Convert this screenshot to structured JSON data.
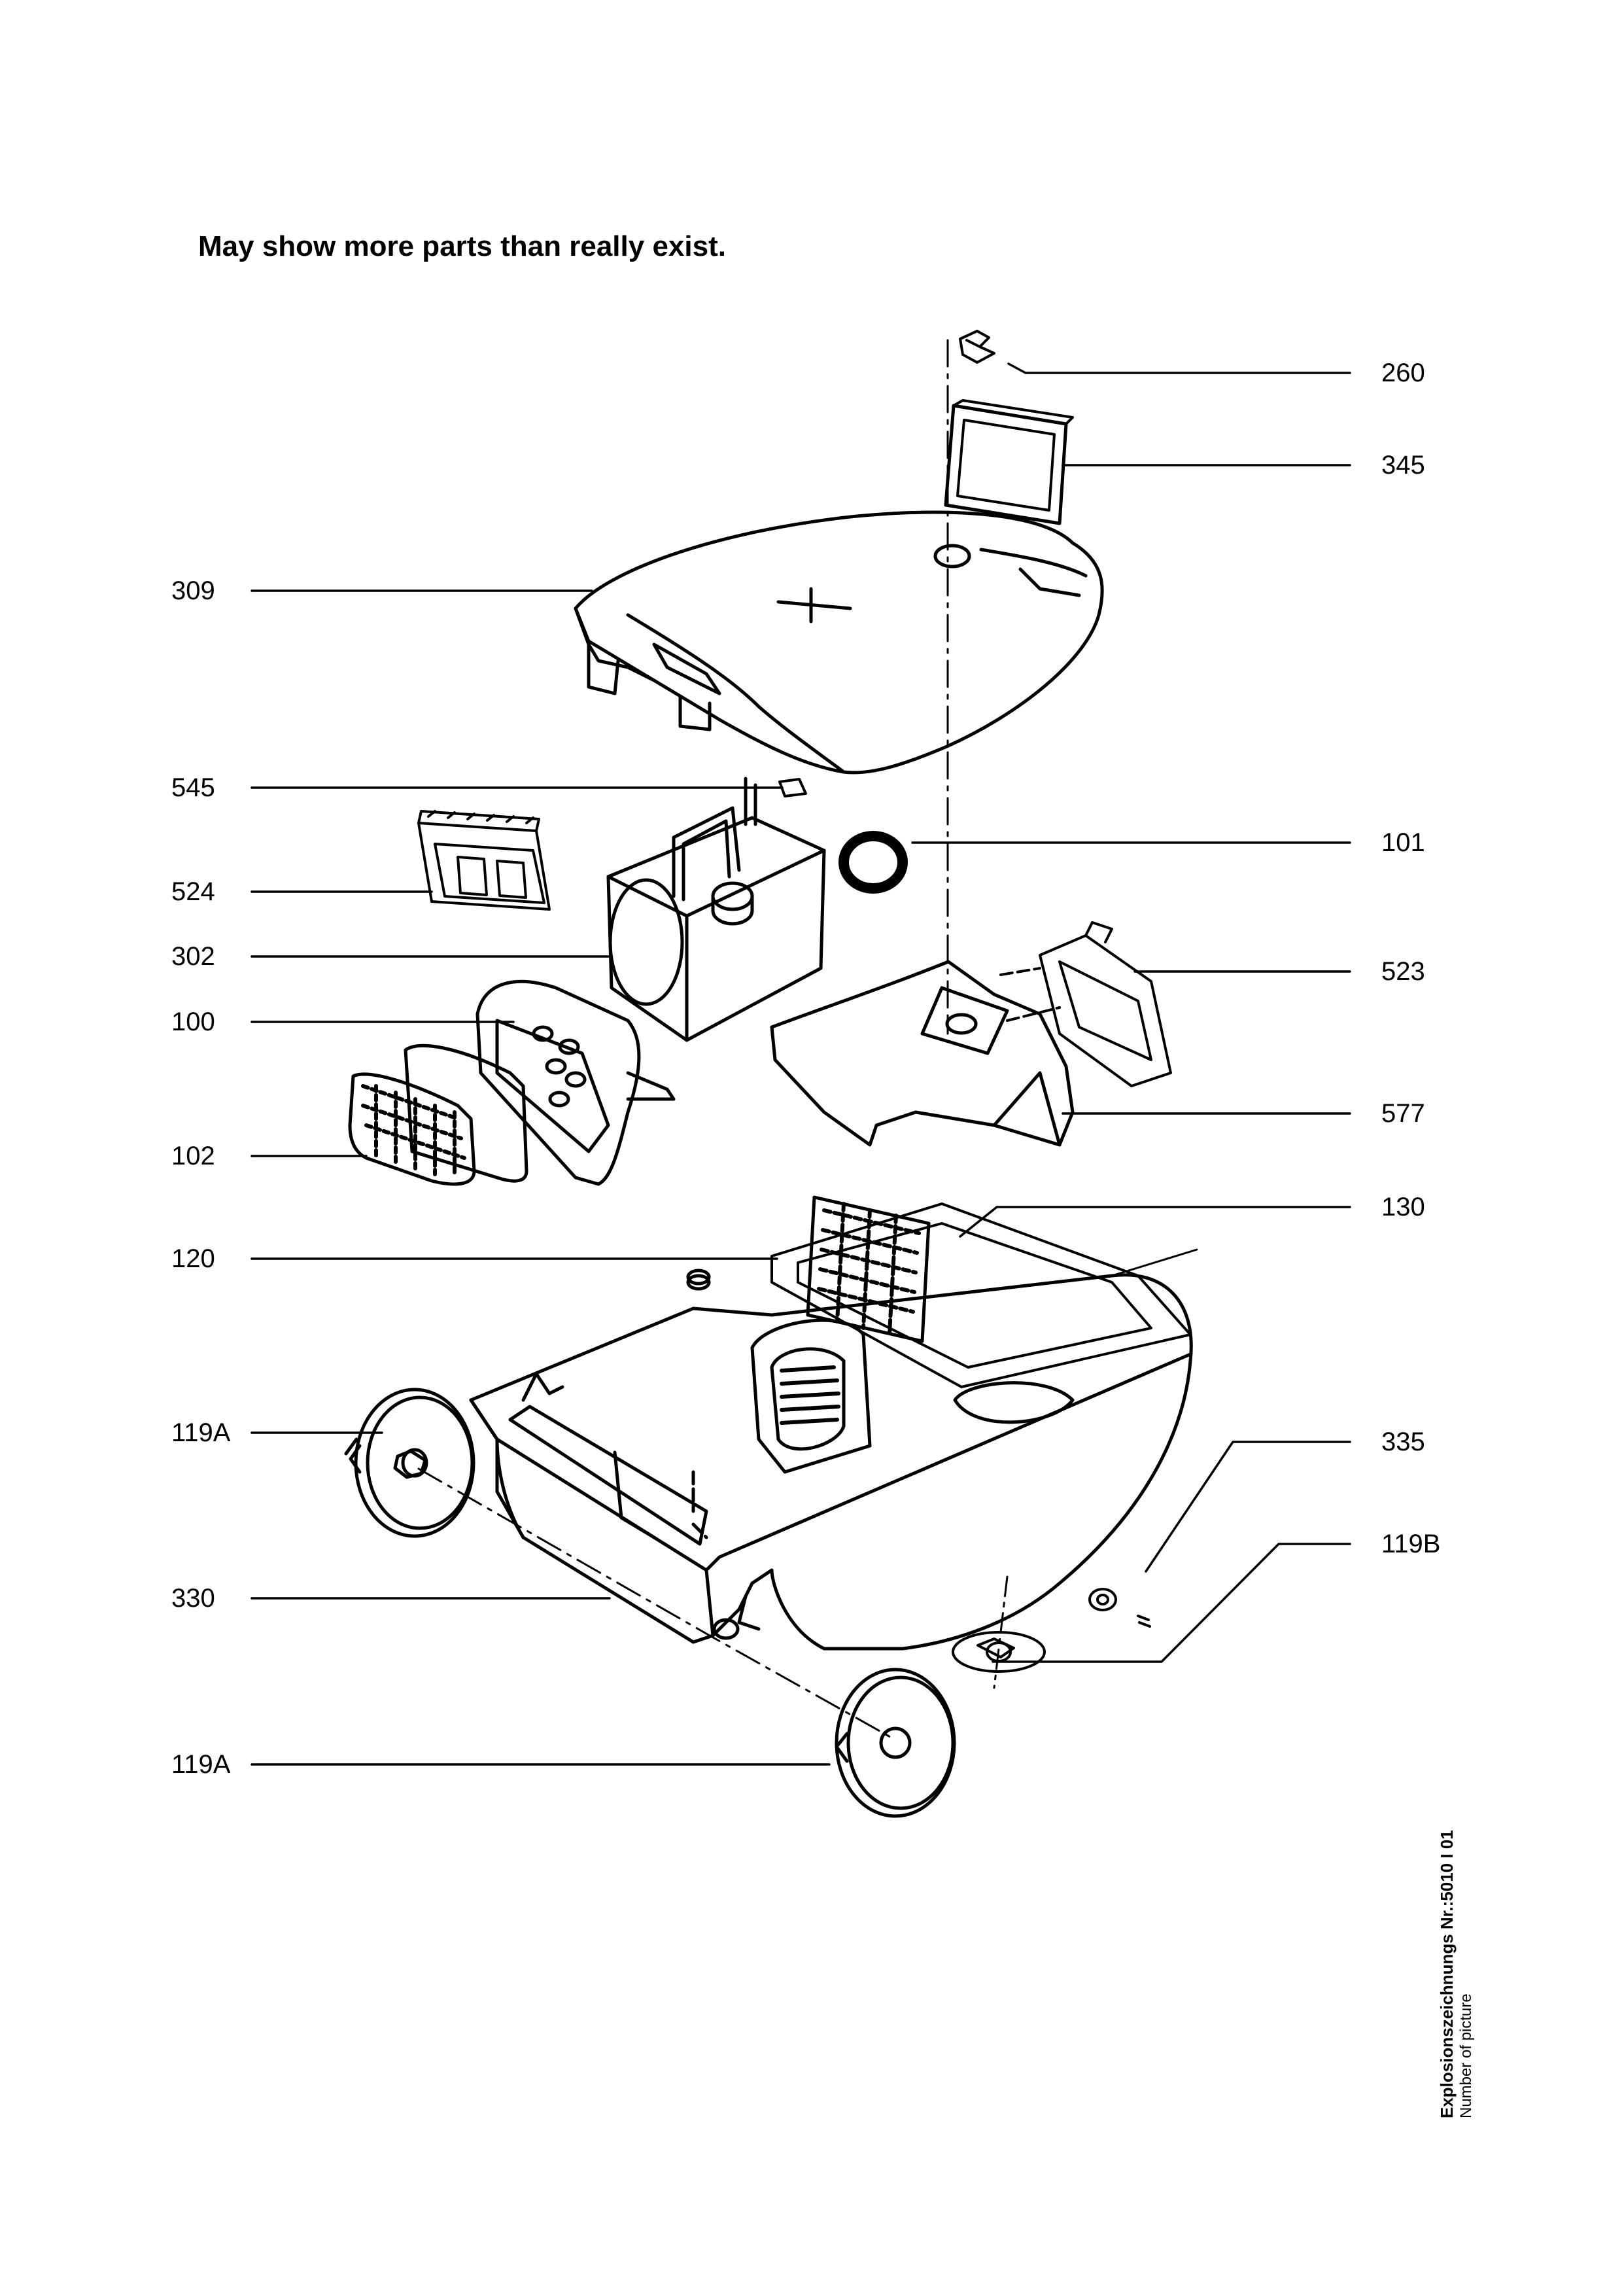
{
  "title": "May show more parts than really exist.",
  "labels_left": [
    "309",
    "545",
    "524",
    "302",
    "100",
    "102",
    "120",
    "119A",
    "330",
    "119A"
  ],
  "labels_right": [
    "260",
    "345",
    "101",
    "523",
    "577",
    "130",
    "335",
    "119B"
  ],
  "footer": {
    "line1": "Explosionszeichnungs Nr.:5010 I 01",
    "line2": "Number of picture"
  }
}
